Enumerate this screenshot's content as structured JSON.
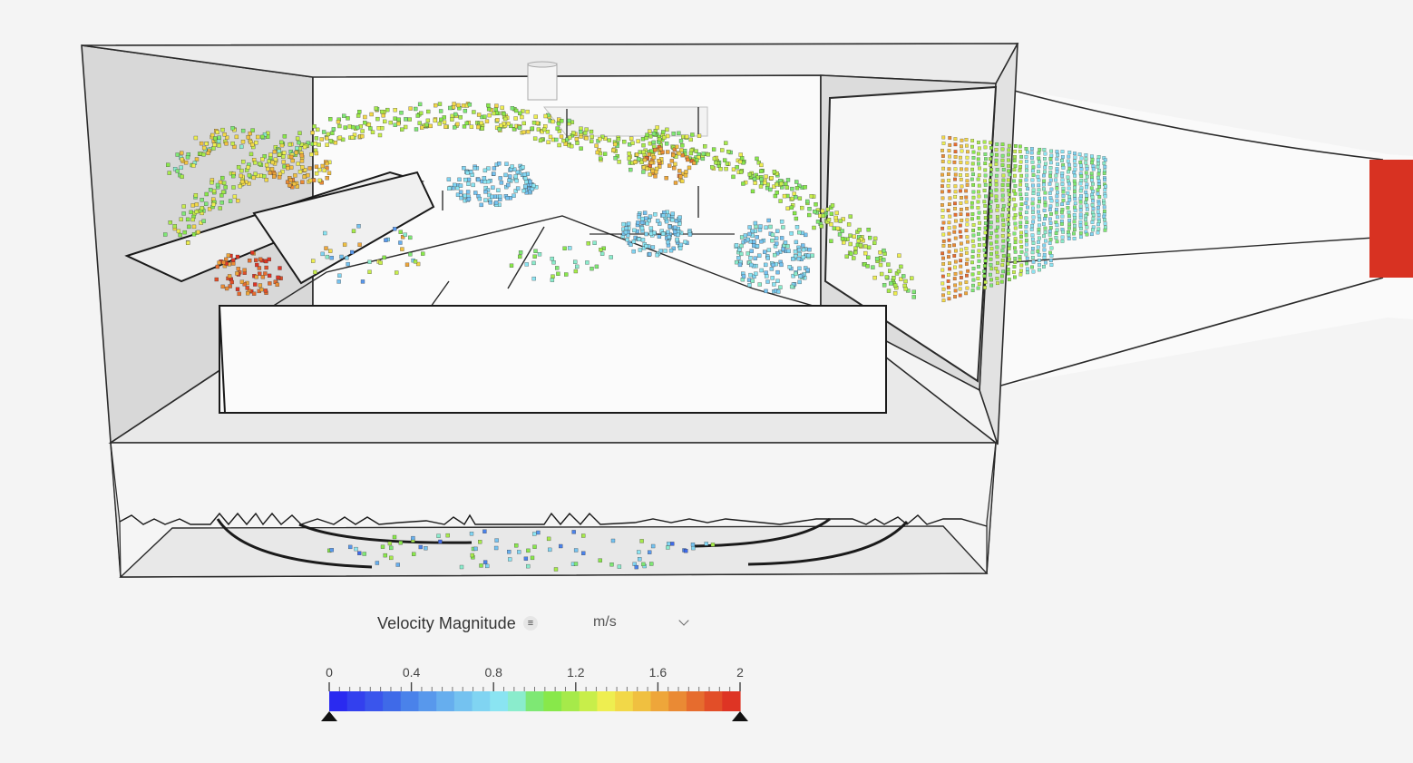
{
  "legend": {
    "field_label": "Velocity Magnitude",
    "menu_icon": "menu-lines-icon",
    "unit": "m/s",
    "dropdown_icon": "chevron-down-icon",
    "min_handle_icon": "triangle-up-icon",
    "max_handle_icon": "triangle-up-icon",
    "ticks": [
      "0",
      "0.4",
      "0.8",
      "1.2",
      "1.6",
      "2"
    ],
    "range": [
      0,
      2
    ],
    "colors": [
      "#2a2af0",
      "#3340ee",
      "#3a55ec",
      "#3f6ae8",
      "#4a82ea",
      "#5898ec",
      "#66aeee",
      "#74c2f0",
      "#80d4f2",
      "#8ae4f2",
      "#8aeccc",
      "#7ee874",
      "#88e84a",
      "#a6ea4a",
      "#c8ee4a",
      "#eeee50",
      "#f2d848",
      "#f0c040",
      "#eea63a",
      "#ea8a34",
      "#e66c2e",
      "#e24e28",
      "#de3424"
    ]
  }
}
